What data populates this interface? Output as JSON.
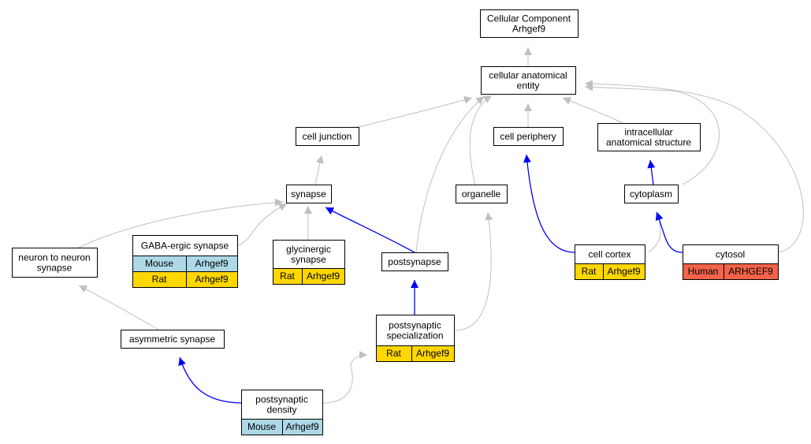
{
  "colors": {
    "gray_edge": "#c0c0c0",
    "blue_edge": "#0000ff",
    "mouse": "#add8e6",
    "rat": "#ffd700",
    "human": "#f26349",
    "node_border": "#000000"
  },
  "nodes": {
    "root": {
      "lines": [
        "Cellular Component",
        "Arhgef9"
      ]
    },
    "cae": {
      "lines": [
        "cellular anatomical",
        "entity"
      ]
    },
    "cell_junction": {
      "lines": [
        "cell junction"
      ]
    },
    "cell_periphery": {
      "lines": [
        "cell periphery"
      ]
    },
    "intracellular": {
      "lines": [
        "intracellular",
        "anatomical structure"
      ]
    },
    "synapse": {
      "lines": [
        "synapse"
      ]
    },
    "organelle": {
      "lines": [
        "organelle"
      ]
    },
    "cytoplasm": {
      "lines": [
        "cytoplasm"
      ]
    },
    "n2n": {
      "lines": [
        "neuron to neuron",
        "synapse"
      ]
    },
    "gaba": {
      "lines": [
        "GABA-ergic synapse"
      ],
      "rows": [
        [
          "Mouse",
          "Arhgef9"
        ],
        [
          "Rat",
          "Arhgef9"
        ]
      ]
    },
    "glycinergic": {
      "lines": [
        "glycinergic",
        "synapse"
      ],
      "rows": [
        [
          "Rat",
          "Arhgef9"
        ]
      ]
    },
    "postsynapse": {
      "lines": [
        "postsynapse"
      ]
    },
    "cell_cortex": {
      "lines": [
        "cell cortex"
      ],
      "rows": [
        [
          "Rat",
          "Arhgef9"
        ]
      ]
    },
    "cytosol": {
      "lines": [
        "cytosol"
      ],
      "rows": [
        [
          "Human",
          "ARHGEF9"
        ]
      ]
    },
    "asymmetric": {
      "lines": [
        "asymmetric synapse"
      ]
    },
    "psp_spec": {
      "lines": [
        "postsynaptic",
        "specialization"
      ],
      "rows": [
        [
          "Rat",
          "Arhgef9"
        ]
      ]
    },
    "psd": {
      "lines": [
        "postsynaptic",
        "density"
      ],
      "rows": [
        [
          "Mouse",
          "Arhgef9"
        ]
      ]
    }
  },
  "edges": [
    {
      "from": "cae",
      "to": "root",
      "kind": "gray"
    },
    {
      "from": "cell_junction",
      "to": "cae",
      "kind": "gray"
    },
    {
      "from": "cell_periphery",
      "to": "cae",
      "kind": "gray"
    },
    {
      "from": "intracellular",
      "to": "cae",
      "kind": "gray"
    },
    {
      "from": "organelle",
      "to": "cae",
      "kind": "gray"
    },
    {
      "from": "postsynapse",
      "to": "cae",
      "kind": "gray"
    },
    {
      "from": "cytoplasm",
      "to": "cae",
      "kind": "gray"
    },
    {
      "from": "cytosol",
      "to": "cae",
      "kind": "gray"
    },
    {
      "from": "synapse",
      "to": "cell_junction",
      "kind": "gray"
    },
    {
      "from": "n2n",
      "to": "synapse",
      "kind": "gray"
    },
    {
      "from": "gaba",
      "to": "synapse",
      "kind": "gray"
    },
    {
      "from": "glycinergic",
      "to": "synapse",
      "kind": "gray"
    },
    {
      "from": "postsynapse",
      "to": "synapse",
      "kind": "blue"
    },
    {
      "from": "cell_cortex",
      "to": "cell_periphery",
      "kind": "blue"
    },
    {
      "from": "cytoplasm",
      "to": "intracellular",
      "kind": "blue"
    },
    {
      "from": "cell_cortex",
      "to": "cytoplasm",
      "kind": "gray"
    },
    {
      "from": "cytosol",
      "to": "cytoplasm",
      "kind": "blue"
    },
    {
      "from": "psp_spec",
      "to": "postsynapse",
      "kind": "blue"
    },
    {
      "from": "psp_spec",
      "to": "organelle",
      "kind": "gray"
    },
    {
      "from": "asymmetric",
      "to": "n2n",
      "kind": "gray"
    },
    {
      "from": "psd",
      "to": "asymmetric",
      "kind": "blue"
    },
    {
      "from": "psd",
      "to": "psp_spec",
      "kind": "gray"
    }
  ]
}
